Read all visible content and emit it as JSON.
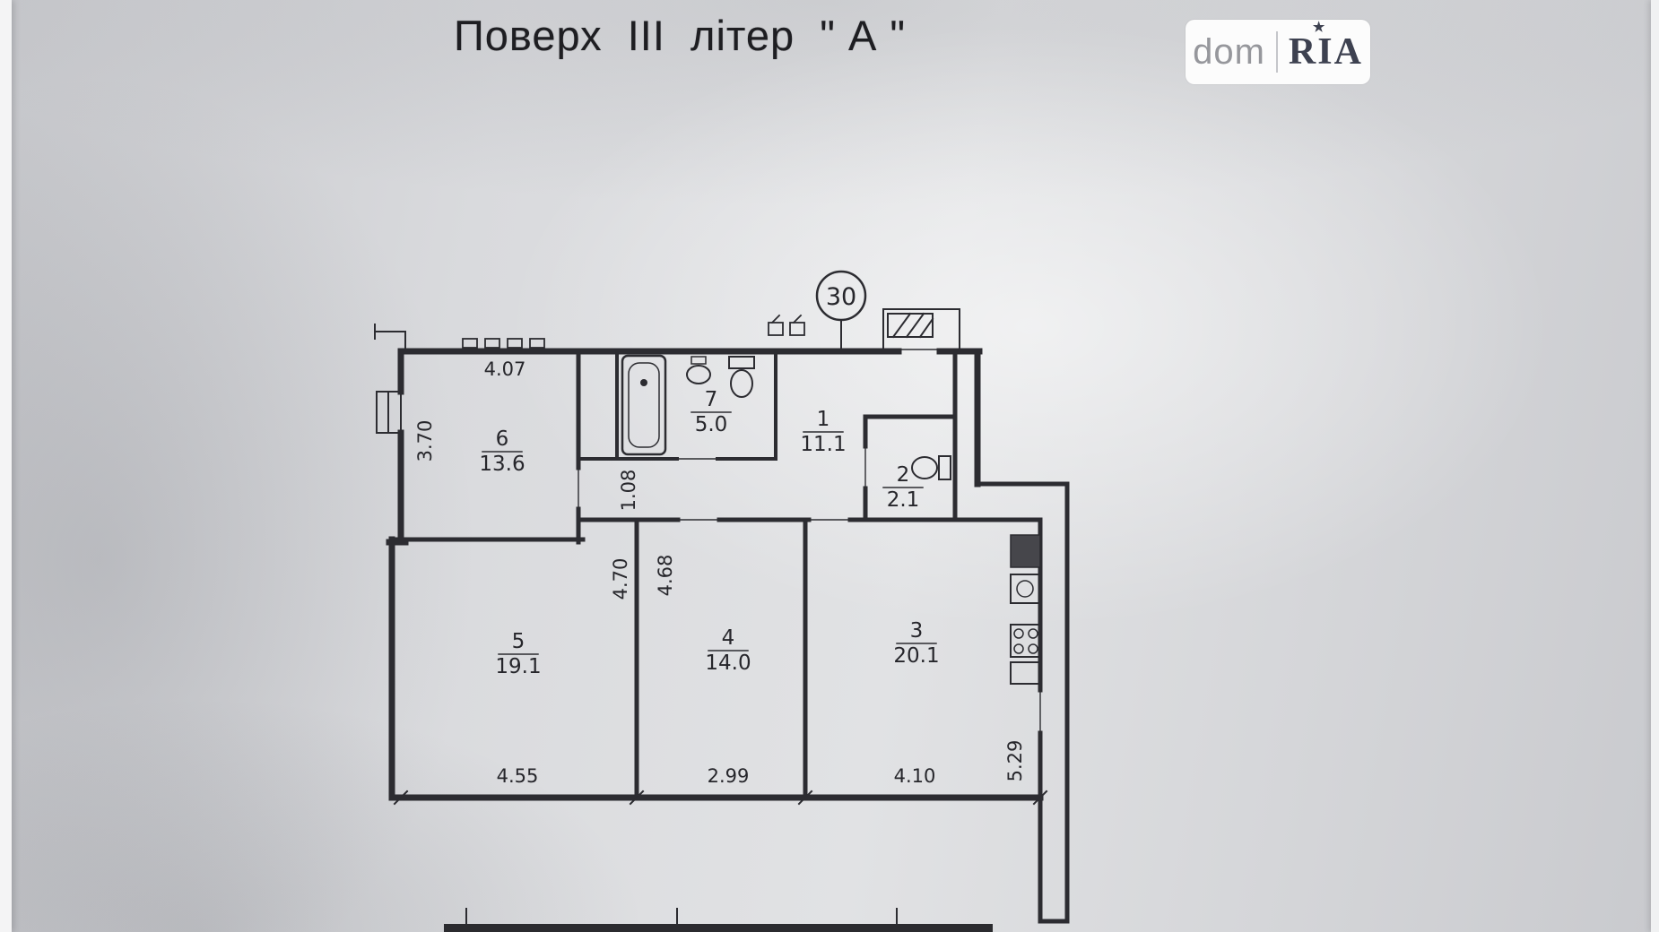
{
  "page": {
    "title": "Поверх  III  літер  \" А \""
  },
  "logo": {
    "dom": "dom",
    "ria": "RIA",
    "star": "★"
  },
  "plan": {
    "unit_number": "30",
    "rooms": {
      "r1": {
        "num": "1",
        "area": "11.1"
      },
      "r2": {
        "num": "2",
        "area": "2.1"
      },
      "r3": {
        "num": "3",
        "area": "20.1"
      },
      "r4": {
        "num": "4",
        "area": "14.0"
      },
      "r5": {
        "num": "5",
        "area": "19.1"
      },
      "r6": {
        "num": "6",
        "area": "13.6"
      },
      "r7": {
        "num": "7",
        "area": "5.0"
      }
    },
    "dimensions": {
      "room6_width": "4.07",
      "room6_height": "3.70",
      "corridor_width": "1.08",
      "room5_height": "4.70",
      "room4_height": "4.68",
      "room5_width": "4.55",
      "room4_width": "2.99",
      "room3_width": "4.10",
      "balcony_length": "5.29"
    }
  }
}
